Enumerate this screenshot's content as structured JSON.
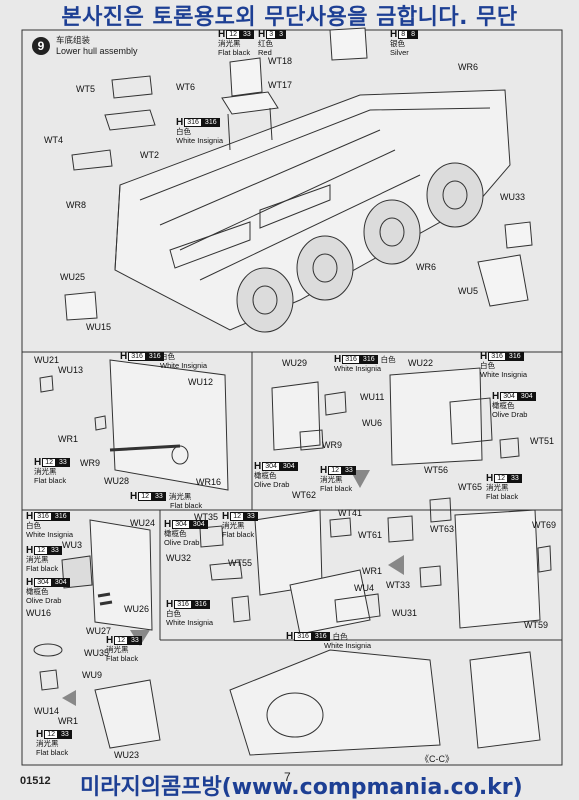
{
  "banner_top": "본사진은 토론용도외 무단사용을 금합니다. 무단",
  "banner_bottom": "미라지의콤프방(www.compmania.co.kr)",
  "page_number": "7",
  "catalog_number": "01512",
  "step": {
    "number": "9",
    "title_cn": "车底组装",
    "title_en": "Lower hull assembly"
  },
  "section_label": "《C-C》",
  "paints": {
    "flat_black_12": {
      "code": "12",
      "box": "33",
      "cn": "消光黑",
      "en": "Flat black"
    },
    "red_3": {
      "code": "3",
      "box": "3",
      "cn": "红色",
      "en": "Red"
    },
    "silver_8": {
      "code": "8",
      "box": "8",
      "cn": "银色",
      "en": "Silver"
    },
    "white_316": {
      "code": "316",
      "box": "316",
      "cn": "白色",
      "en": "White Insignia"
    },
    "olive_304": {
      "code": "304",
      "box": "304",
      "cn": "橄榄色",
      "en": "Olive Drab"
    }
  },
  "parts": {
    "wt5": "WT5",
    "wt6": "WT6",
    "wt4": "WT4",
    "wt2": "WT2",
    "wr8": "WR8",
    "wt18": "WT18",
    "wt17": "WT17",
    "wr6a": "WR6",
    "wr6b": "WR6",
    "wu33": "WU33",
    "wu5": "WU5",
    "wu25": "WU25",
    "wu15": "WU15",
    "wu21": "WU21",
    "wu13": "WU13",
    "wu12": "WU12",
    "wr1a": "WR1",
    "wr9a": "WR9",
    "wu28": "WU28",
    "wr16": "WR16",
    "wu29": "WU29",
    "wu11": "WU11",
    "wu6": "WU6",
    "wr9b": "WR9",
    "wt62": "WT62",
    "wu22": "WU22",
    "wt51": "WT51",
    "wt56": "WT56",
    "wt65": "WT65",
    "wt63": "WT63",
    "wt33": "WT33",
    "wt69": "WT69",
    "wt59": "WT59",
    "wu24": "WU24",
    "wu3": "WU3",
    "wu16": "WU16",
    "wu27": "WU27",
    "wu26": "WU26",
    "wt35": "WT35",
    "wu32": "WU32",
    "wt55": "WT55",
    "wt41": "WT41",
    "wt61": "WT61",
    "wr1b": "WR1",
    "wu4": "WU4",
    "wu31": "WU31",
    "wu35": "WU35",
    "wu9": "WU9",
    "wu14": "WU14",
    "wr1c": "WR1",
    "wu23": "WU23"
  }
}
